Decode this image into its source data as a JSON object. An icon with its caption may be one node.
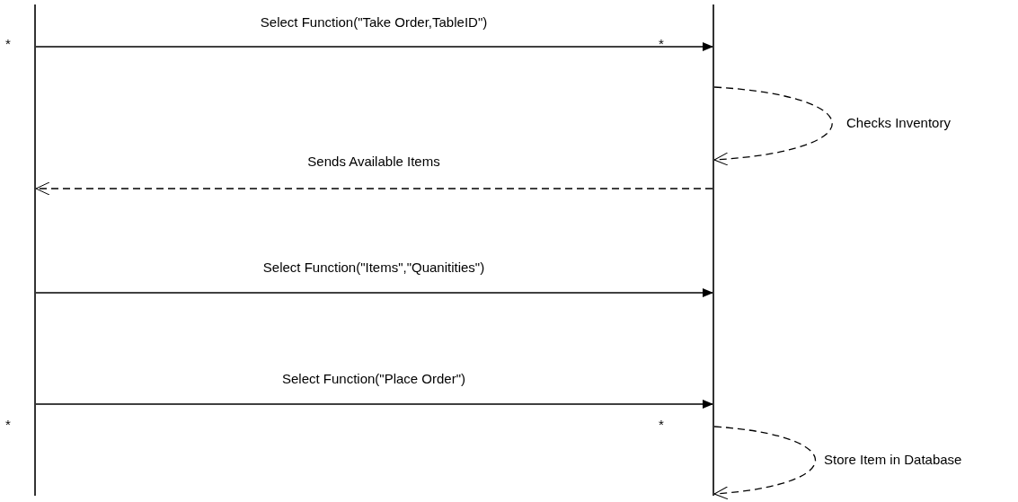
{
  "diagram": {
    "nodes": [
      {
        "text": [],
        "shape": "line"
      },
      {
        "text": [],
        "shape": "line"
      }
    ],
    "edges": [
      {
        "from": 0,
        "to": 1,
        "arrow": "to",
        "label": "Select Function(\"Take Order,TableID\")"
      },
      {
        "from": 1,
        "to": 1,
        "arrow": "to",
        "style": "dashed",
        "label": "Checks Inventory"
      },
      {
        "from": 1,
        "to": 0,
        "arrow": "to",
        "style": "dashed",
        "label": "Sends Available Items"
      },
      {
        "from": 0,
        "to": 1,
        "arrow": "to",
        "label": "Select Function(\"Items\",\"Quanitities\")"
      },
      {
        "from": 0,
        "to": 1,
        "arrow": "to",
        "label": "Select Function(\"Place Order\")"
      },
      {
        "from": 1,
        "to": 1,
        "arrow": "to",
        "style": "dashed",
        "label": "Store Item in Database"
      }
    ],
    "labels": [
      "*",
      "*",
      "*",
      "*"
    ]
  }
}
